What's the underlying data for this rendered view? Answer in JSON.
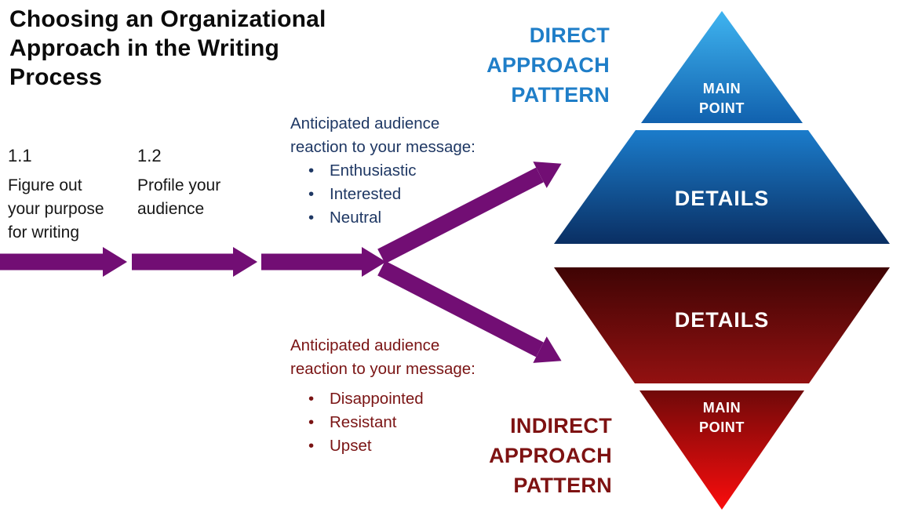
{
  "bullet_char": "•",
  "title_lines": [
    "Choosing an Organizational",
    "Approach in the Writing",
    "Process"
  ],
  "steps": [
    {
      "number": "1.1",
      "label_lines": [
        "Figure out",
        "your purpose",
        "for writing"
      ]
    },
    {
      "number": "1.2",
      "label_lines": [
        "Profile your",
        "audience"
      ]
    }
  ],
  "direct": {
    "heading_lines": [
      "DIRECT",
      "APPROACH",
      "PATTERN"
    ],
    "reaction_intro_lines": [
      "Anticipated audience",
      "reaction to your message:"
    ],
    "reactions": [
      "Enthusiastic",
      "Interested",
      "Neutral"
    ],
    "pyramid": {
      "main_point_lines": [
        "MAIN",
        "POINT"
      ],
      "details_label": "DETAILS"
    }
  },
  "indirect": {
    "heading_lines": [
      "INDIRECT",
      "APPROACH",
      "PATTERN"
    ],
    "reaction_intro_lines": [
      "Anticipated audience",
      "reaction to your message:"
    ],
    "reactions": [
      "Disappointed",
      "Resistant",
      "Upset"
    ],
    "pyramid": {
      "details_label": "DETAILS",
      "main_point_lines": [
        "MAIN",
        "POINT"
      ]
    }
  },
  "colors": {
    "arrow_purple": "#720E74",
    "direct_heading_blue": "#1F7EC8",
    "direct_text_navy": "#1F3864",
    "indirect_dark_red": "#7E1212",
    "pyramid_blue_light": "#3FB4F0",
    "pyramid_blue_dark": "#0A2F63",
    "pyramid_red_dark": "#3F0404",
    "pyramid_red_bright": "#FB0D0D",
    "label_white": "#FFFFFF"
  }
}
